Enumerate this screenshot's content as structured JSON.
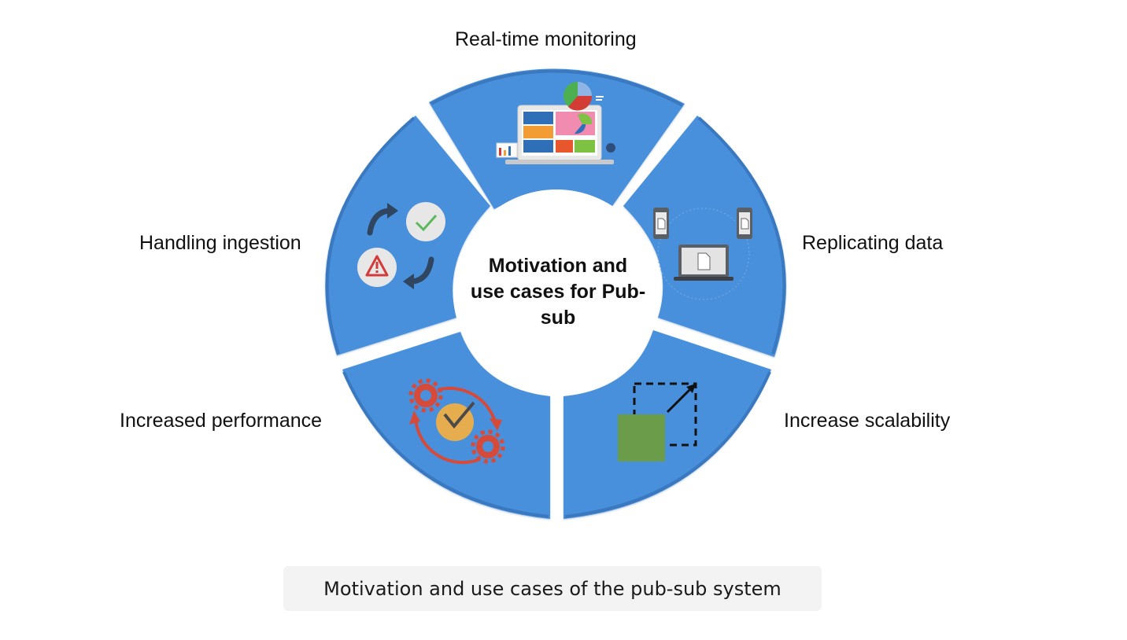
{
  "diagram": {
    "center_title": "Motivation and use cases for Pub-sub",
    "segments": {
      "top": "Real-time monitoring",
      "upper_right": "Replicating data",
      "lower_right": "Increase scalability",
      "lower_left": "Increased performance",
      "upper_left": "Handling ingestion"
    },
    "colors": {
      "segment_fill": "#4a90dc",
      "segment_shadow": "#3a78c0",
      "center_fill": "#ffffff"
    }
  },
  "caption": "Motivation and use cases of the pub-sub system"
}
